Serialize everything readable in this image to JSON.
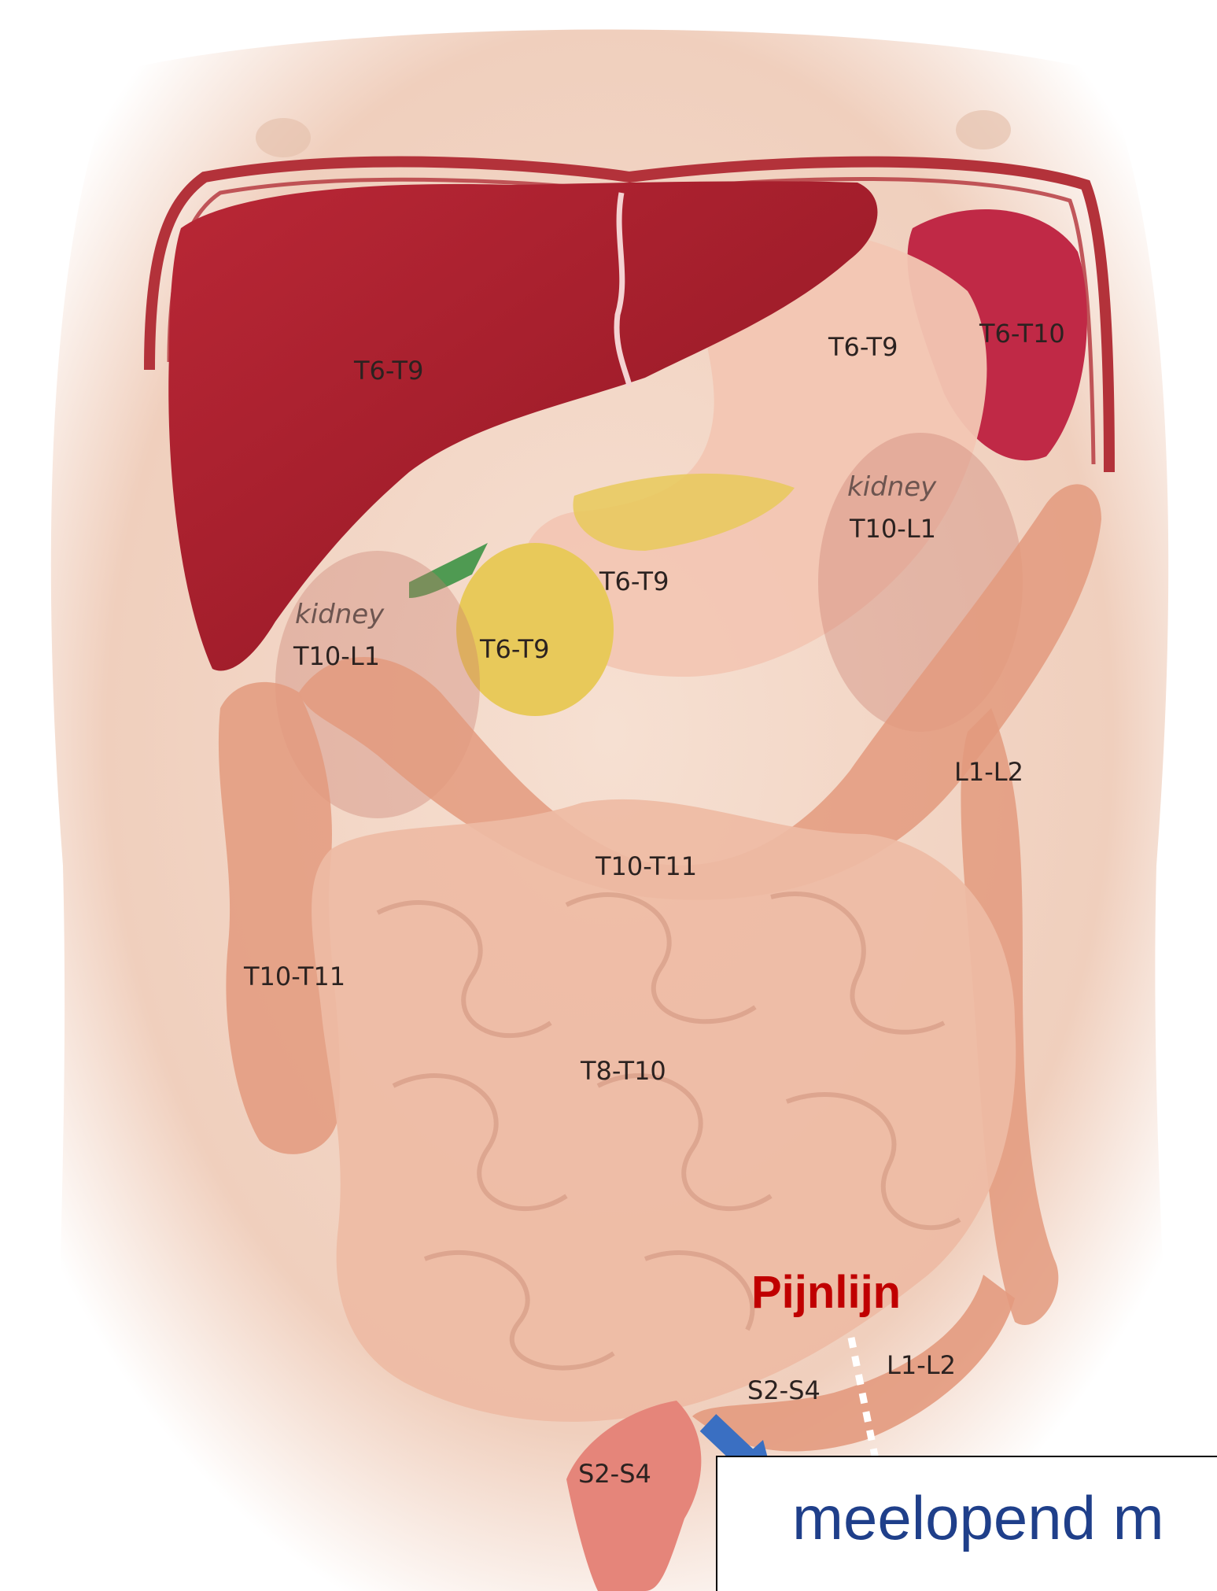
{
  "labels": {
    "liver": "T6-T9",
    "stomach": "T6-T9",
    "spleen": "T6-T10",
    "kidney_right_word": "kidney",
    "kidney_right_level": "T10-L1",
    "kidney_left_word": "kidney",
    "kidney_left_level": "T10-L1",
    "pancreas": "T6-T9",
    "gallbladder": "T6-T9",
    "transverse_colon": "T10-T11",
    "descending_colon": "L1-L2",
    "ascending_colon": "T10-T11",
    "small_intestine": "T8-T10",
    "sigmoid_upper": "L1-L2",
    "sigmoid_lower": "S2-S4",
    "rectum": "S2-S4"
  },
  "pain_line": {
    "title": "Pijnlijn",
    "color": "#c00000"
  },
  "arrow": {
    "color": "#3a6fc2"
  },
  "note": {
    "text": "meelopend m"
  },
  "colors": {
    "skin": "#f3d9c8",
    "liver": "#a61d2b",
    "spleen": "#c02946",
    "stomach": "#f2c6b3",
    "intestine": "#eebba4",
    "colon": "#e39a7e",
    "gallbladder": "#e8c95a",
    "rectum": "#e5857a"
  }
}
